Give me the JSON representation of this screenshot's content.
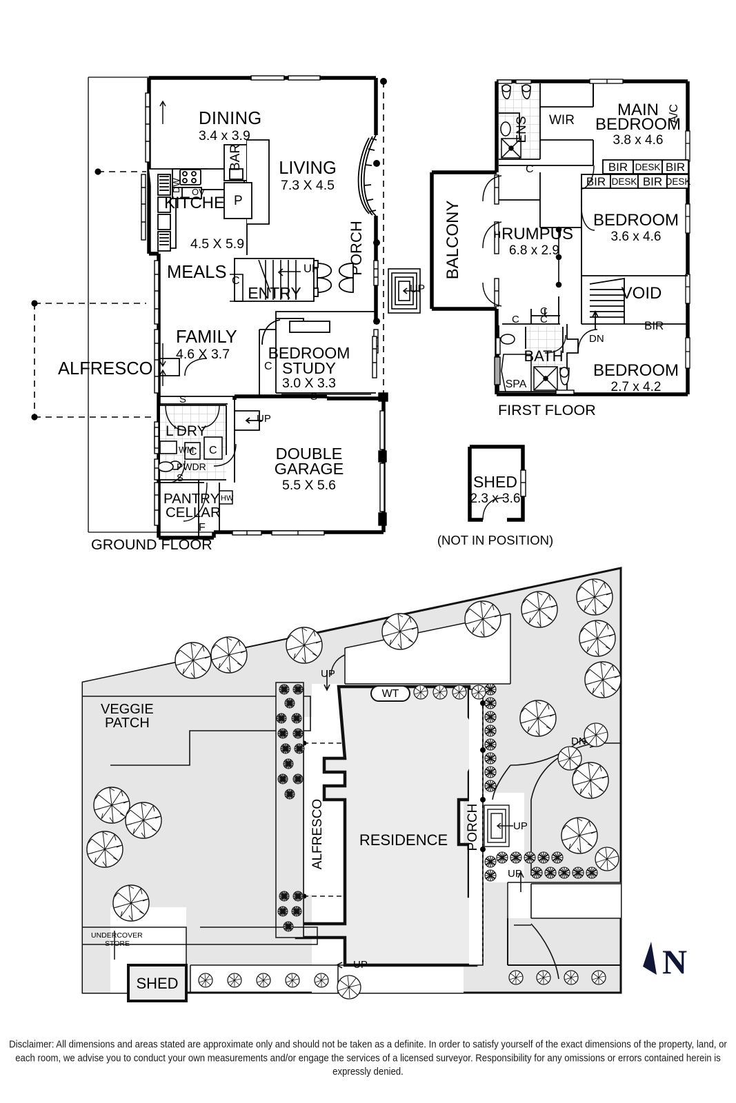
{
  "document": {
    "type": "real-estate-floorplan",
    "disclaimer": "Disclaimer: All dimensions and areas stated are approximate only and should not be taken as a definite. In order to satisfy yourself of the exact dimensions of the property, land, or each room, we advise you to conduct your own measurements and/or engage the services of a licensed surveyor. Responsibility for any omissions or errors contained herein is expressly denied."
  },
  "colors": {
    "line": "#000000",
    "residence_fill": "#ececec",
    "garden_fill": "#e6e6e6",
    "paving_fill": "#ffffff",
    "north_arrow": "#101636"
  },
  "ground_floor": {
    "title": "GROUND FLOOR",
    "rooms": [
      {
        "name": "DINING",
        "dims": "3.4 x 3.9"
      },
      {
        "name": "LIVING",
        "dims": "7.3 X 4.5"
      },
      {
        "name": "KITCHEN",
        "dims": "4.5 X 5.9"
      },
      {
        "name": "MEALS",
        "dims": ""
      },
      {
        "name": "ALFRESCO",
        "dims": ""
      },
      {
        "name": "FAMILY",
        "dims": "4.6 X 3.7"
      },
      {
        "name": "ENTRY",
        "dims": ""
      },
      {
        "name": "BEDROOM STUDY",
        "line1": "BEDROOM",
        "line2": "STUDY",
        "dims": "3.0 X 3.3"
      },
      {
        "name": "DOUBLE GARAGE",
        "line1": "DOUBLE",
        "line2": "GARAGE",
        "dims": "5.5 X 5.6"
      },
      {
        "name": "L'DRY",
        "dims": ""
      },
      {
        "name": "PWDR",
        "dims": ""
      },
      {
        "name": "PANTRY / CELLAR",
        "line1": "PANTRY /",
        "line2": "CELLAR",
        "dims": ""
      },
      {
        "name": "PORCH",
        "dims": ""
      }
    ],
    "annotations": [
      {
        "code": "BAR",
        "meaning": "bar"
      },
      {
        "code": "DW",
        "meaning": "dishwasher"
      },
      {
        "code": "OV",
        "meaning": "oven"
      },
      {
        "code": "P",
        "meaning": "pantry"
      },
      {
        "code": "C",
        "meaning": "cupboard"
      },
      {
        "code": "S",
        "meaning": "step"
      },
      {
        "code": "WM",
        "meaning": "washing machine"
      },
      {
        "code": "HW",
        "meaning": "hot water"
      },
      {
        "code": "F",
        "meaning": "fridge"
      },
      {
        "code": "UP",
        "meaning": "stairs up"
      }
    ]
  },
  "first_floor": {
    "title": "FIRST FLOOR",
    "rooms": [
      {
        "name": "MAIN BEDROOM",
        "line1": "MAIN",
        "line2": "BEDROOM",
        "dims": "3.8 x 4.6"
      },
      {
        "name": "BEDROOM",
        "dims": "3.6 x 4.6"
      },
      {
        "name": "BEDROOM",
        "dims": "2.7 x 4.2"
      },
      {
        "name": "RUMPUS",
        "dims": "6.8 x 2.9"
      },
      {
        "name": "BALCONY",
        "dims": ""
      },
      {
        "name": "ENS",
        "dims": ""
      },
      {
        "name": "WIR",
        "dims": ""
      },
      {
        "name": "BATH",
        "dims": ""
      },
      {
        "name": "VOID",
        "dims": ""
      },
      {
        "name": "SPA",
        "dims": ""
      }
    ],
    "annotations": [
      {
        "code": "A/C",
        "meaning": "air conditioning"
      },
      {
        "code": "BIR",
        "meaning": "built in robe"
      },
      {
        "code": "DESK",
        "meaning": "desk"
      },
      {
        "code": "C",
        "meaning": "cupboard"
      },
      {
        "code": "H",
        "meaning": "heater"
      },
      {
        "code": "DN",
        "meaning": "stairs down"
      }
    ]
  },
  "shed": {
    "name": "SHED",
    "dims": "2.3 x 3.6",
    "note": "(NOT IN POSITION)"
  },
  "site_plan": {
    "labels": [
      {
        "name": "VEGGIE PATCH",
        "line1": "VEGGIE",
        "line2": "PATCH"
      },
      {
        "name": "RESIDENCE"
      },
      {
        "name": "ALFRESCO"
      },
      {
        "name": "PORCH"
      },
      {
        "name": "SHED"
      },
      {
        "name": "UNDERCOVER STORE",
        "line1": "UNDERCOVER",
        "line2": "STORE"
      },
      {
        "name": "WT"
      }
    ],
    "markers": [
      "UP",
      "UP",
      "UP",
      "DN"
    ],
    "compass": "N"
  }
}
